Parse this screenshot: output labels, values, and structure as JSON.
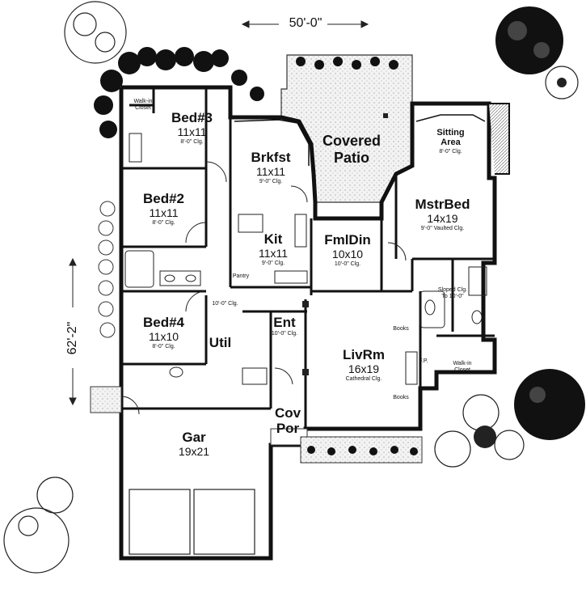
{
  "dimensions": {
    "width": "50'-0\"",
    "depth": "62'-2\""
  },
  "rooms": [
    {
      "id": "bed3",
      "name": "Bed#3",
      "size": "11x11",
      "ceiling": "8'-0\" Clg."
    },
    {
      "id": "bed2",
      "name": "Bed#2",
      "size": "11x11",
      "ceiling": "8'-0\" Clg."
    },
    {
      "id": "bed4",
      "name": "Bed#4",
      "size": "11x10",
      "ceiling": "8'-0\" Clg."
    },
    {
      "id": "brkfst",
      "name": "Brkfst",
      "size": "11x11",
      "ceiling": "9'-0\" Clg."
    },
    {
      "id": "kit",
      "name": "Kit",
      "size": "11x11",
      "ceiling": "9'-0\" Clg."
    },
    {
      "id": "patio",
      "name": "Covered Patio",
      "size": "",
      "ceiling": ""
    },
    {
      "id": "sitting",
      "name": "Sitting Area",
      "size": "",
      "ceiling": "8'-0\" Clg."
    },
    {
      "id": "mstrbed",
      "name": "MstrBed",
      "size": "14x19",
      "ceiling": "9'-0\" Vaulted Clg."
    },
    {
      "id": "fmldin",
      "name": "FmlDin",
      "size": "10x10",
      "ceiling": "10'-0\" Clg."
    },
    {
      "id": "livrm",
      "name": "LivRm",
      "size": "16x19",
      "ceiling": "Cathedral Clg."
    },
    {
      "id": "gar",
      "name": "Gar",
      "size": "19x21",
      "ceiling": ""
    },
    {
      "id": "ent",
      "name": "Ent",
      "size": "",
      "ceiling": "10'-0\" Clg."
    },
    {
      "id": "util",
      "name": "Util",
      "size": "",
      "ceiling": ""
    },
    {
      "id": "covpor",
      "name": "Cov Por",
      "size": "",
      "ceiling": ""
    }
  ],
  "notes": {
    "walkin_closet_1": "Walk-in Closet",
    "walkin_closet_2": "Walk-in Closet",
    "pantry": "Pantry",
    "hall_clg": "10'-0\" Clg.",
    "sloped_clg": "Sloped Clg. To 10'-0\"",
    "books_top": "Books",
    "books_bottom": "Books",
    "fireplace": "F.P."
  }
}
